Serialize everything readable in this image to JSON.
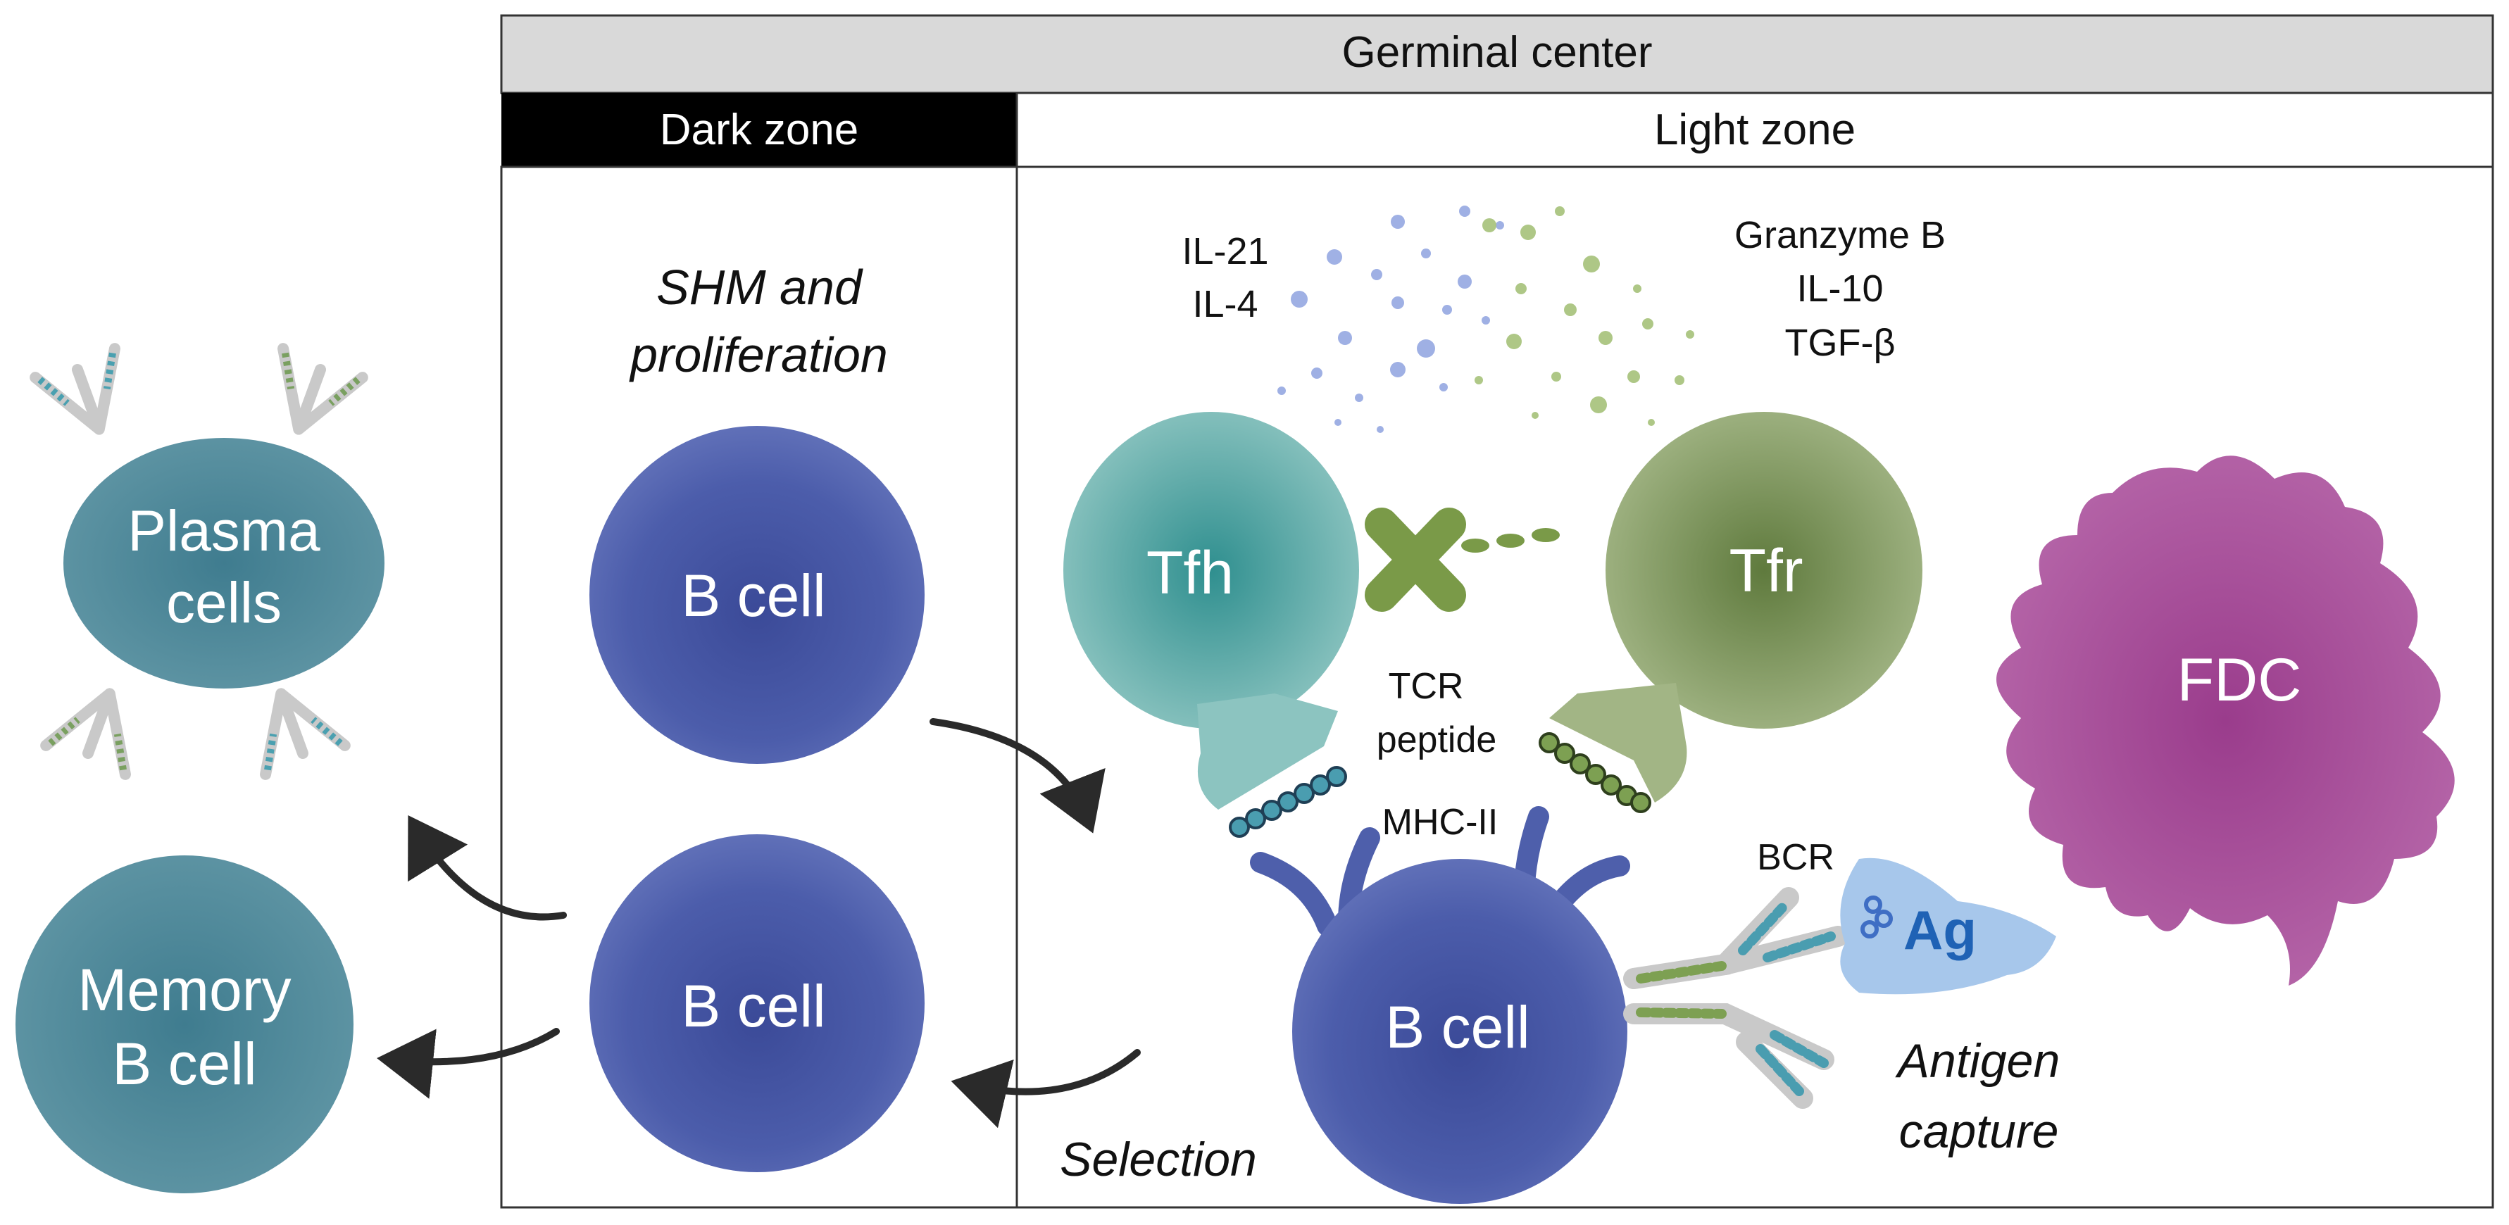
{
  "header": {
    "germinal_center": "Germinal center",
    "dark_zone": "Dark zone",
    "light_zone": "Light zone"
  },
  "dark_zone": {
    "process_line1": "SHM and",
    "process_line2": "proliferation",
    "b_cell_top": "B cell",
    "b_cell_bottom": "B cell"
  },
  "outputs": {
    "plasma_line1": "Plasma",
    "plasma_line2": "cells",
    "memory_line1": "Memory",
    "memory_line2": "B cell"
  },
  "light_zone": {
    "tfh_cytokines": [
      "IL-21",
      "IL-4"
    ],
    "tfr_factors": [
      "Granzyme B",
      "IL-10",
      "TGF-β"
    ],
    "tfh": "Tfh",
    "tfr": "Tfr",
    "tcr": "TCR",
    "peptide": "peptide",
    "mhc": "MHC-II",
    "bcr": "BCR",
    "ag": "Ag",
    "fdc": "FDC",
    "b_cell": "B cell",
    "antigen_capture_line1": "Antigen",
    "antigen_capture_line2": "capture",
    "selection": "Selection"
  },
  "colors": {
    "b_cell": "#4e5fab",
    "b_cell_dark": "#3b4a98",
    "plasma": "#4f8a9c",
    "tfh": "#5aa9a8",
    "tfr": "#738c52",
    "fdc": "#a54c98",
    "antigen": "#a7c7eb",
    "ag_text": "#1f62b5",
    "header_bg": "#d9d9d9",
    "dark_zone_bg": "#000000"
  }
}
